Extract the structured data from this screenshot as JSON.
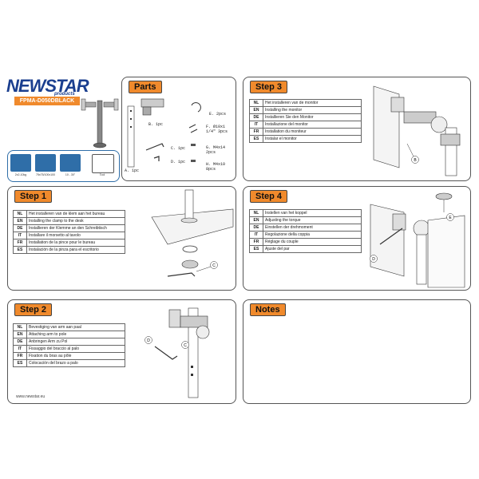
{
  "brand": {
    "logo_main": "NEWSTAR",
    "logo_sub": "products",
    "model": "FPMA-D050DBLACK"
  },
  "specs": [
    {
      "icon": "weight-icon",
      "label": "2x2-10kg"
    },
    {
      "icon": "vesa-icon",
      "label": "75x75/100x100"
    },
    {
      "icon": "screen-size-icon",
      "label": "10 - 30\""
    },
    {
      "icon": "tools-icon",
      "label": "Tool"
    }
  ],
  "parts": {
    "title": "Parts",
    "items": [
      {
        "id": "E",
        "label": "E. 2pcs"
      },
      {
        "id": "B",
        "label": "B. 1pc"
      },
      {
        "id": "F",
        "label": "F. Ø10x1 1/4\"  3pcs"
      },
      {
        "id": "C",
        "label": "C. 1pc"
      },
      {
        "id": "G",
        "label": "G. M4x14  2pcs"
      },
      {
        "id": "D",
        "label": "D. 1pc"
      },
      {
        "id": "H",
        "label": "H. M4x10  8pcs"
      },
      {
        "id": "A",
        "label": "A. 1pc"
      }
    ]
  },
  "step1": {
    "title": "Step 1",
    "rows": [
      {
        "code": "NL",
        "text": "Het installeren van de klem aan het bureau"
      },
      {
        "code": "EN",
        "text": "Installing the clamp to the desk"
      },
      {
        "code": "DE",
        "text": "Installieren der Klemme an den Schreibtisch"
      },
      {
        "code": "IT",
        "text": "Installare il morsetto al tavolo"
      },
      {
        "code": "FR",
        "text": "Installation de la pince pour le bureau"
      },
      {
        "code": "ES",
        "text": "Instalación de la pinza para el escritorio"
      }
    ],
    "callout": "C"
  },
  "step2": {
    "title": "Step 2",
    "rows": [
      {
        "code": "NL",
        "text": "Bevestiging van arm aan paal"
      },
      {
        "code": "EN",
        "text": "Attaching arm to pole"
      },
      {
        "code": "DE",
        "text": "Anbringen Arm zu Pol"
      },
      {
        "code": "IT",
        "text": "Fissaggio del braccio al palo"
      },
      {
        "code": "FR",
        "text": "Fixation du bras au pôle"
      },
      {
        "code": "ES",
        "text": "Colocación del brazo a palo"
      }
    ],
    "callouts": [
      "D",
      "C"
    ]
  },
  "step3": {
    "title": "Step 3",
    "rows": [
      {
        "code": "NL",
        "text": "Het installeren van de monitor"
      },
      {
        "code": "EN",
        "text": "Installing the monitor"
      },
      {
        "code": "DE",
        "text": "Installieren Sie den Monitor"
      },
      {
        "code": "IT",
        "text": "Installazione del monitor"
      },
      {
        "code": "FR",
        "text": "Installation du moniteur"
      },
      {
        "code": "ES",
        "text": "Instalar el monitor"
      }
    ],
    "callout": "B"
  },
  "step4": {
    "title": "Step 4",
    "rows": [
      {
        "code": "NL",
        "text": "Instellen van het koppel"
      },
      {
        "code": "EN",
        "text": "Adjusting the torque"
      },
      {
        "code": "DE",
        "text": "Einstellen der drehmoment"
      },
      {
        "code": "IT",
        "text": "Regolazione della coppia"
      },
      {
        "code": "FR",
        "text": "Réglage du couple"
      },
      {
        "code": "ES",
        "text": "Ajuste del par"
      }
    ],
    "callouts": [
      "E",
      "D"
    ]
  },
  "notes": {
    "title": "Notes"
  },
  "footer": {
    "url": "www.newstar.eu"
  }
}
